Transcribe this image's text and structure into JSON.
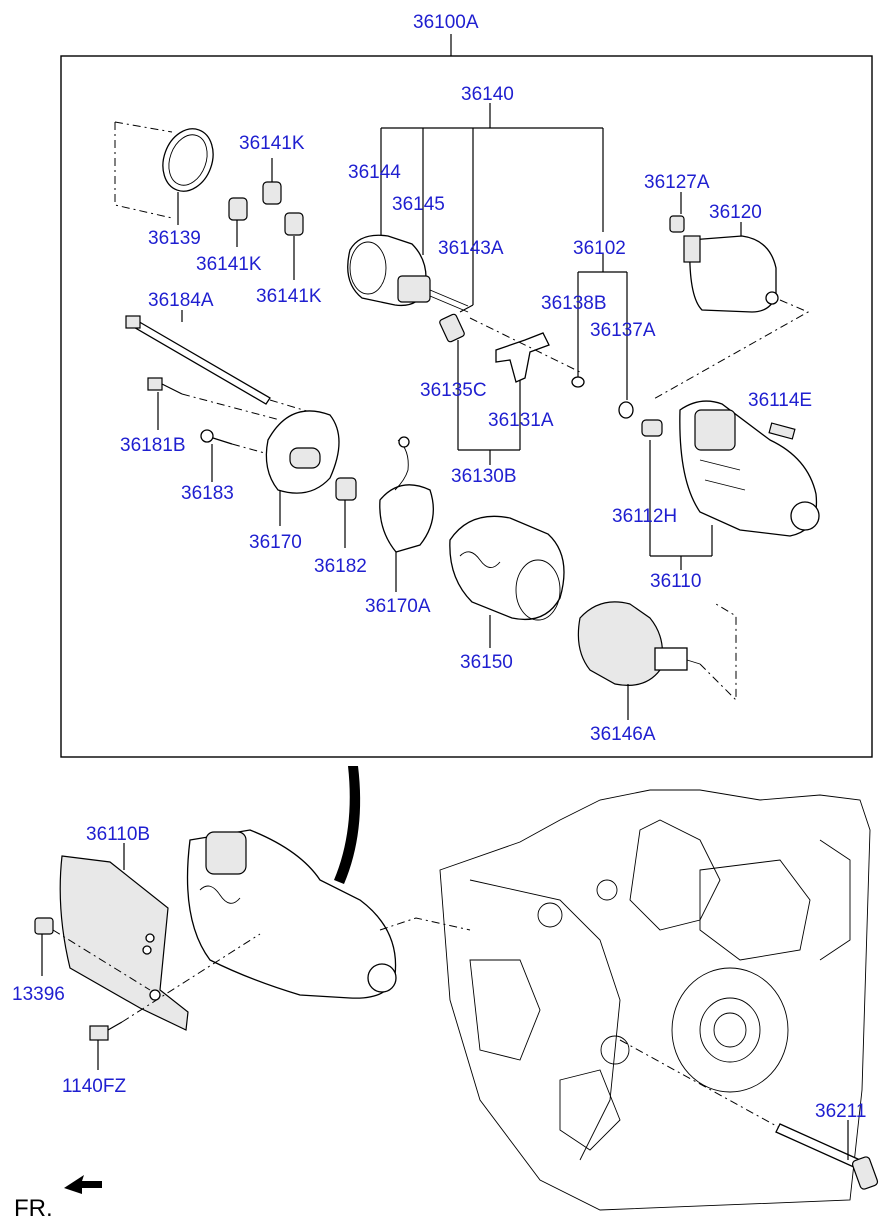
{
  "colors": {
    "label": "#1f1fd0",
    "line": "#000000",
    "background": "#ffffff"
  },
  "labels": {
    "p36100A": "36100A",
    "p36140": "36140",
    "p36141K_a": "36141K",
    "p36141K_b": "36141K",
    "p36141K_c": "36141K",
    "p36144": "36144",
    "p36145": "36145",
    "p36143A": "36143A",
    "p36102": "36102",
    "p36127A": "36127A",
    "p36120": "36120",
    "p36139": "36139",
    "p36184A": "36184A",
    "p36138B": "36138B",
    "p36137A": "36137A",
    "p36135C": "36135C",
    "p36131A": "36131A",
    "p36181B": "36181B",
    "p36183": "36183",
    "p36130B": "36130B",
    "p36114E": "36114E",
    "p36112H": "36112H",
    "p36170": "36170",
    "p36182": "36182",
    "p36170A": "36170A",
    "p36110": "36110",
    "p36150": "36150",
    "p36146A": "36146A",
    "p36110B": "36110B",
    "p13396": "13396",
    "p1140FZ": "1140FZ",
    "p36211": "36211"
  },
  "front_marker": "FR."
}
